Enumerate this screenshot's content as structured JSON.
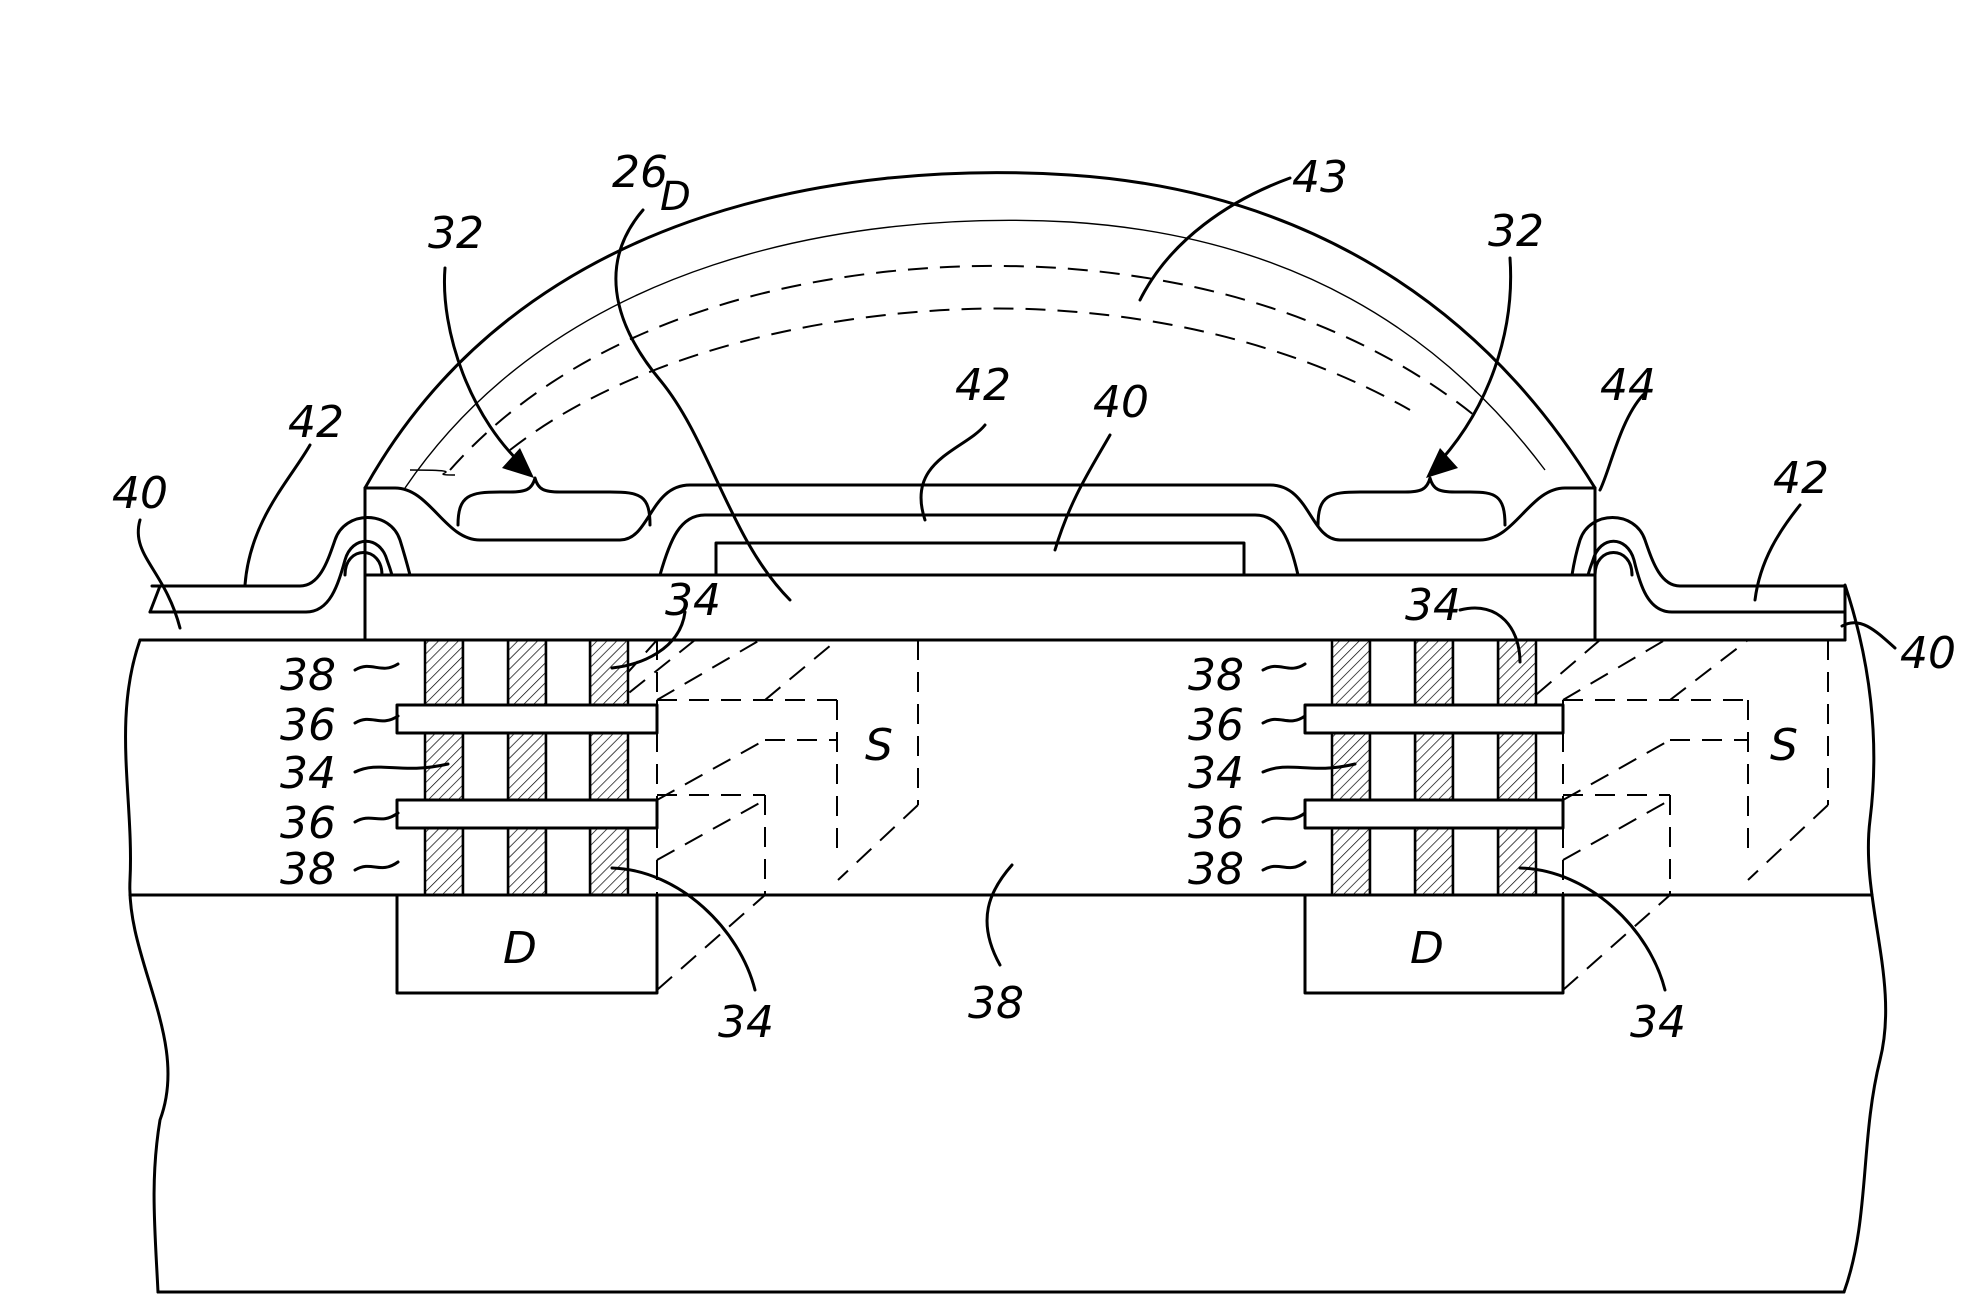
{
  "labels": {
    "lens": "43",
    "cavity": "32",
    "die": "26",
    "die_sub": "D",
    "passivation": "42",
    "bond": "40",
    "edge": "44",
    "hatched_layer": "34",
    "bottom_layer": "38",
    "bar_layer": "36",
    "source": "S",
    "drain": "D"
  }
}
